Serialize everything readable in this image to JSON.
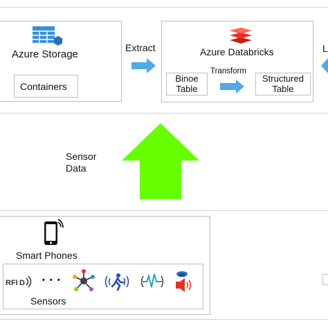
{
  "top": {
    "storage": {
      "title": "Azure Storage",
      "containers_label": "Containers",
      "icon": "azure-storage-table-icon"
    },
    "extract_label": "Extract",
    "databricks": {
      "title": "Azure Databricks",
      "icon": "azure-databricks-icon",
      "binoe_table_label": "Binoe\nTable",
      "transform_label": "Transform",
      "structured_table_label": "Structured\nTable"
    },
    "cut_right_text": "L"
  },
  "middle": {
    "sensor_data_label": "Sensor\nData"
  },
  "bottom": {
    "smart_phones_label": "Smart Phones",
    "sensors_label": "Sensors",
    "rfid_label": "RFID",
    "ellipsis": "• • •",
    "icons": [
      "rfid-icon",
      "network-node-icon",
      "running-person-signal-icon",
      "heartbeat-signal-icon",
      "alarm-speaker-icon"
    ]
  },
  "colors": {
    "azure_blue": "#3a8fd9",
    "databricks_red": "#e8302a",
    "arrow_blue": "#4fa8e8",
    "green_arrow": "#66ff00"
  }
}
